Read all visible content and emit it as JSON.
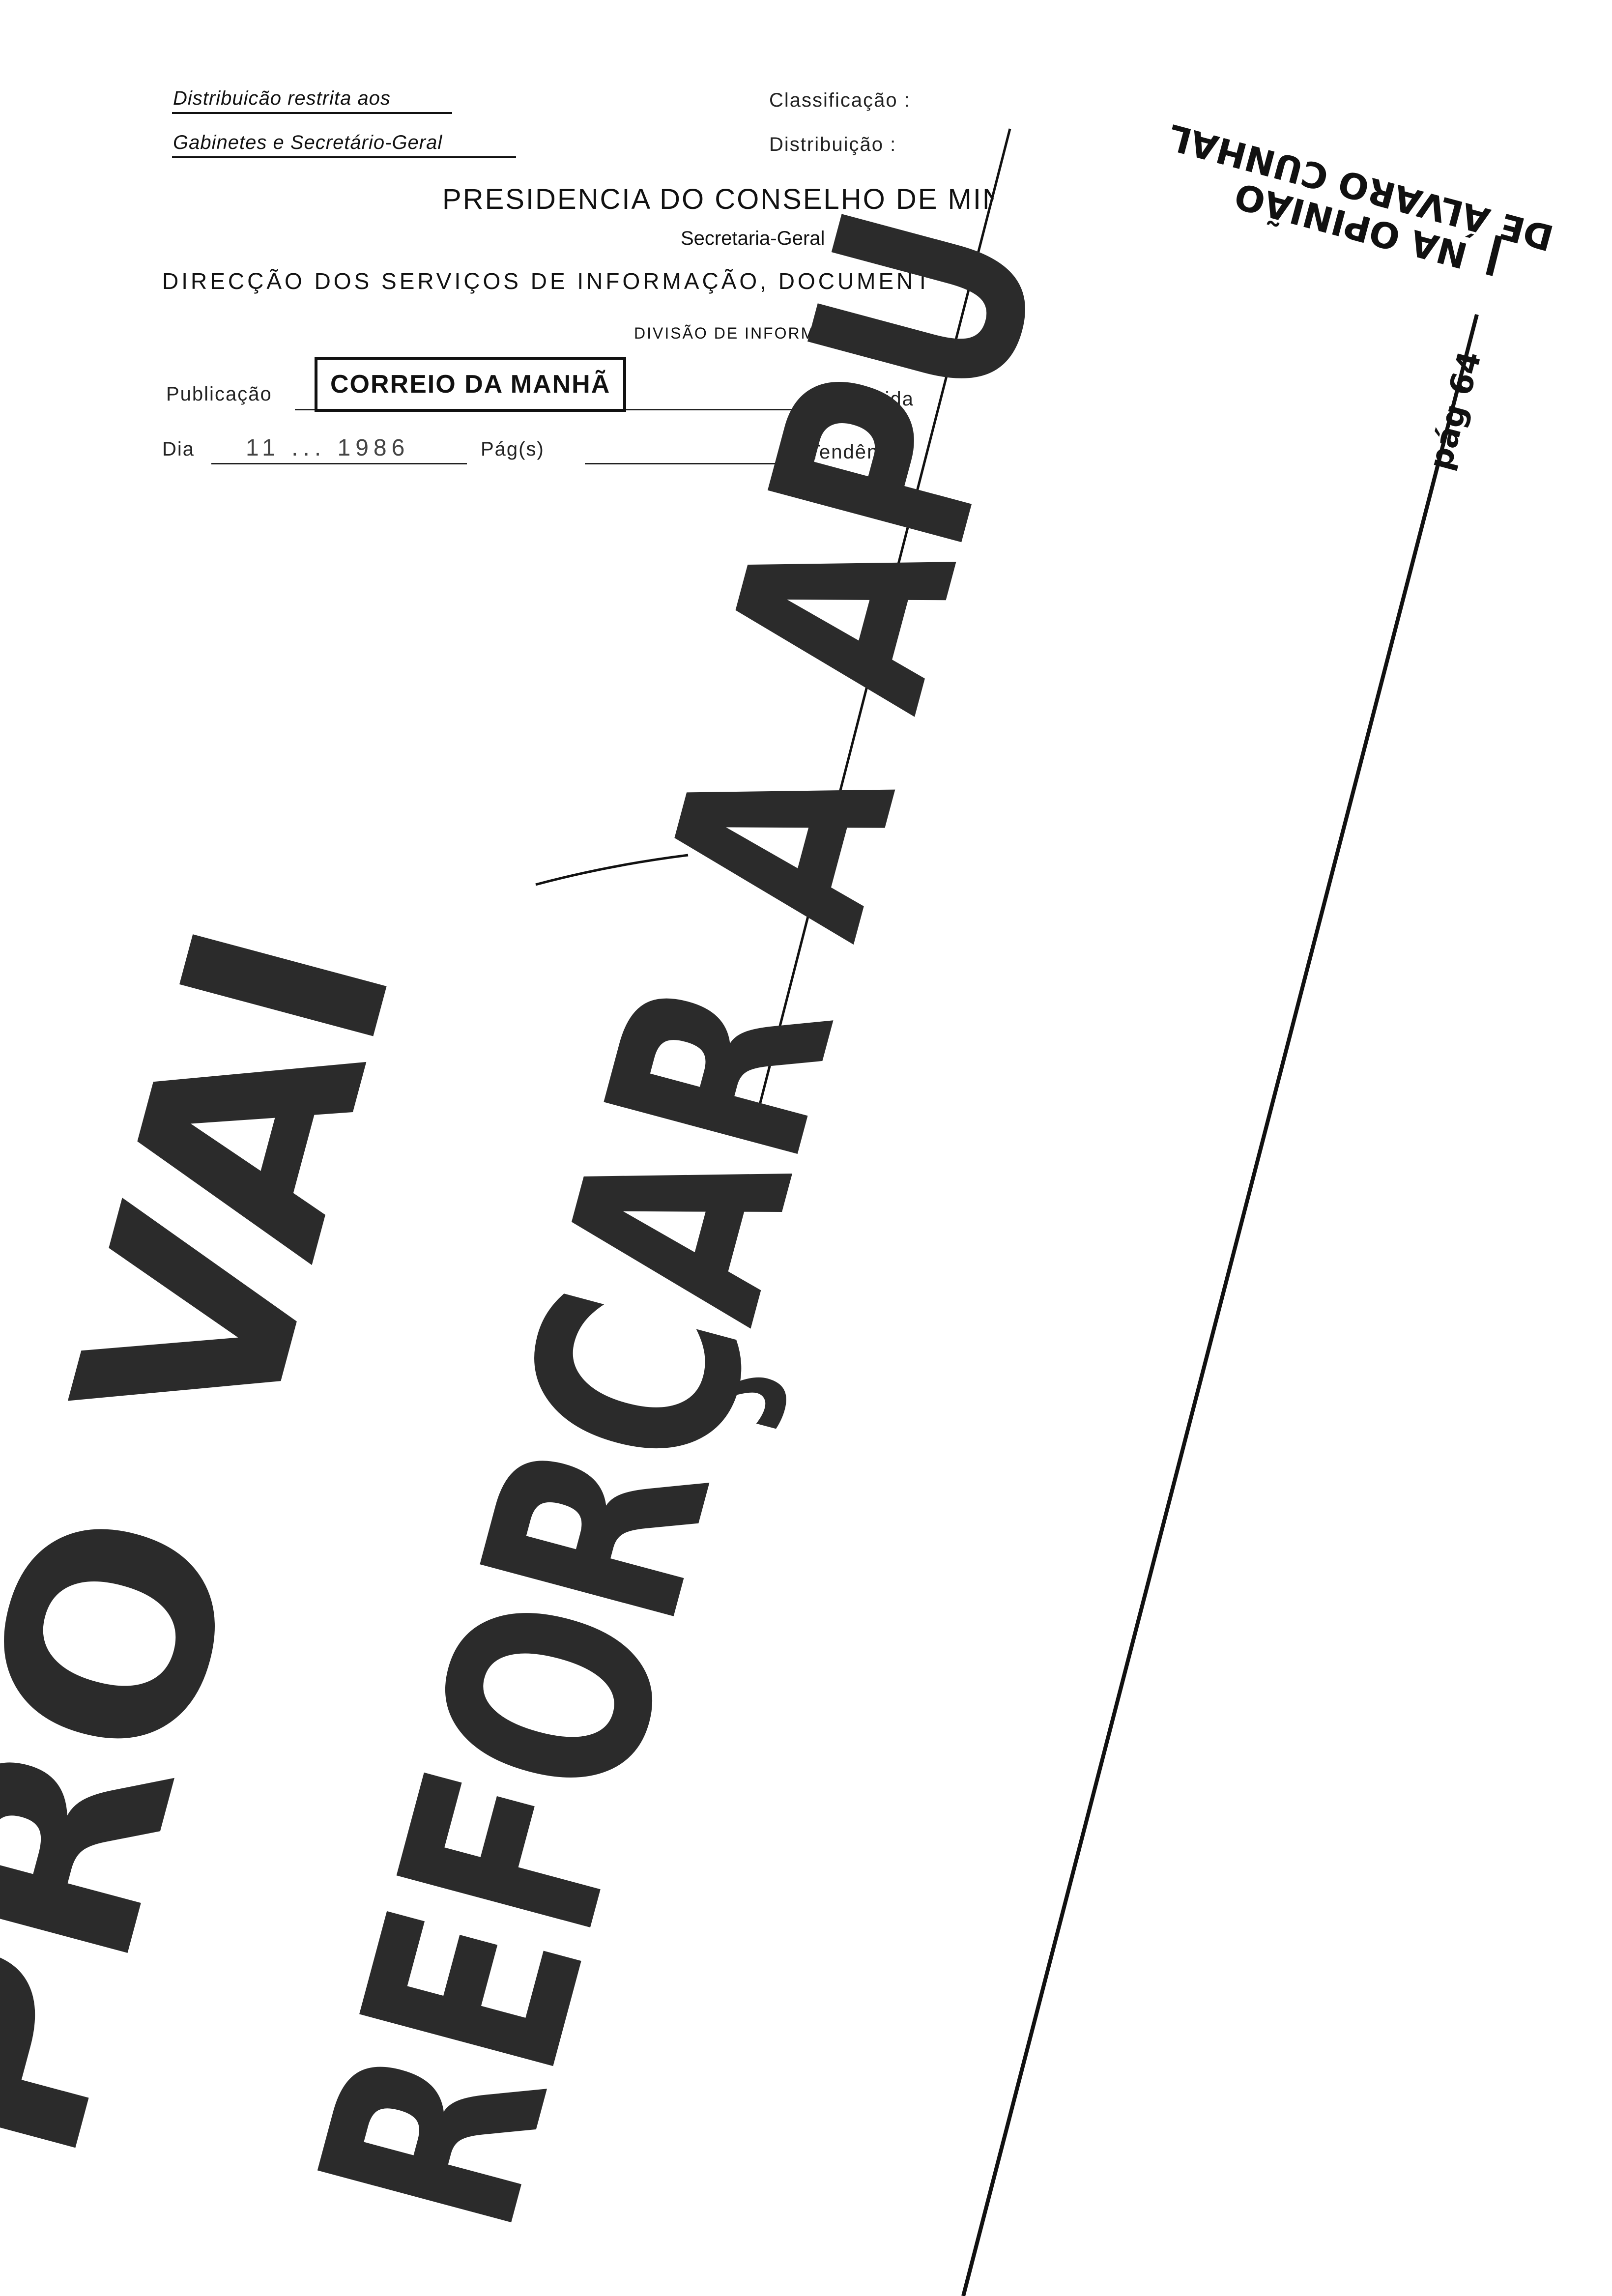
{
  "header": {
    "distribution_line1": "Distribuicão restrita aos",
    "distribution_line2": "Gabinetes e Secretário-Geral",
    "classification_label": "Classificação :",
    "distribution_label": "Distribuição :",
    "org_title": "PRESIDENCIA DO CONSELHO DE MIN",
    "org_subtitle": "Secretaria-Geral",
    "direction": "DIRECÇÃO DOS SERVIÇOS DE INFORMAÇÃO, DOCUMENT",
    "division": "DIVISÃO DE INFORMAÇÃO"
  },
  "form": {
    "publication_label": "Publicação",
    "publication_value": "CORREIO DA MANHÃ",
    "periodicity_label": "Periodicida",
    "day_label": "Dia",
    "day_value": "11 ... 1986",
    "pages_label": "Pág(s)",
    "tendency_label": "Tendência"
  },
  "clipping": {
    "kicker_line1": "NA OPINIÃO",
    "kicker_line2": "DE ÁLVARO CUNHAL",
    "page_ref": "pág 64",
    "headline_line1": "PRO VAI",
    "headline_line2": "REFORÇAR A APU"
  },
  "colors": {
    "ink": "#111111",
    "headline_fill": "#2b2b2b",
    "paper": "#ffffff"
  }
}
